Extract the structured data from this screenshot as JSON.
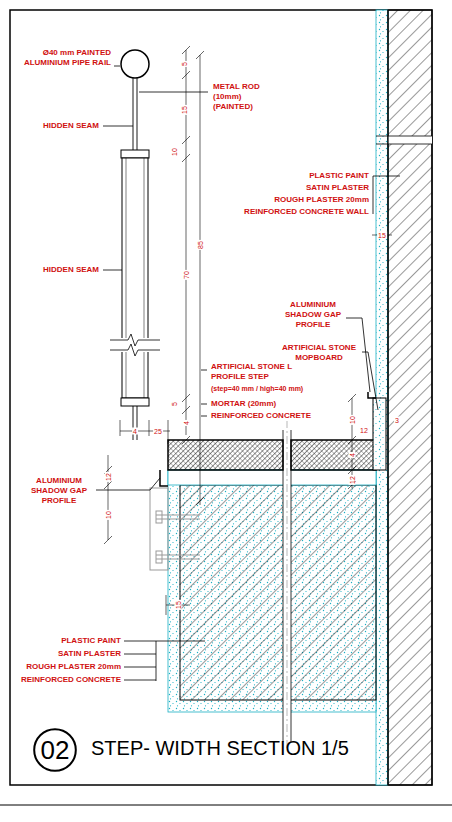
{
  "diagram": {
    "title": "STEP- WIDTH SECTION 1/5",
    "nodes": [
      {
        "text": [
          "02"
        ]
      }
    ],
    "labels": [
      "Ø40 mm PAINTED ALUMINIUM PIPE RAIL",
      "METAL ROD (10mm) (PAINTED)",
      "HIDDEN SEAM",
      "HIDDEN SEAM",
      "PLASTIC PAINT",
      "SATIN PLASTER",
      "ROUGH PLASTER 20mm",
      "REINFORCED CONCRETE WALL",
      "ALUMINIUM SHADOW GAP PROFILE",
      "ARTIFICIAL STONE MOPBOARD",
      "ARTIFICIAL STONE L PROFILE STEP",
      "(step=40 mm / high=40 mm)",
      "MORTAR (20mm)",
      "REINFORCED CONCRETE",
      "ALUMINIUM SHADOW GAP PROFILE",
      "PLASTIC PAINT",
      "SATIN PLASTER",
      "ROUGH PLASTER 20mm",
      "REINFORCED CONCRETE",
      "5",
      "15",
      "10",
      "70",
      "85",
      "5",
      "4",
      "4",
      "25",
      "10",
      "12",
      "3",
      "4",
      "12",
      "12",
      "10",
      "15",
      "15"
    ]
  }
}
